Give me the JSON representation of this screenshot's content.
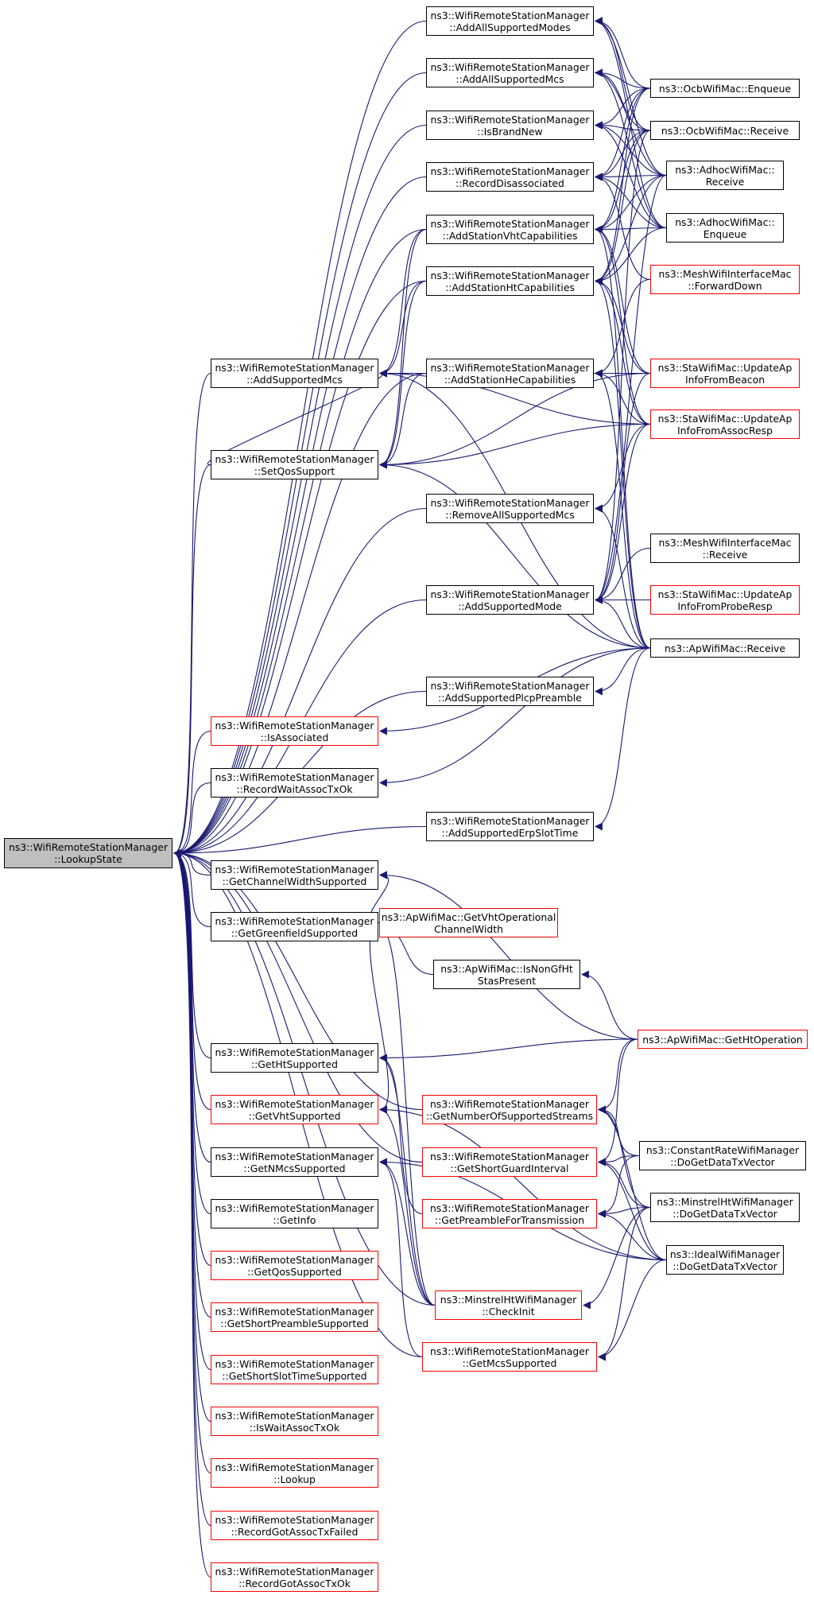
{
  "graph_title": "",
  "colors": {
    "edge": "#191970",
    "red_border": "#ff0000",
    "black_border": "#000000",
    "root_fill": "#bfbfbf"
  },
  "nodes": {
    "root": {
      "line1": "ns3::WifiRemoteStationManager",
      "line2": "::LookupState",
      "style": "root"
    },
    "add_all_supported_modes": {
      "line1": "ns3::WifiRemoteStationManager",
      "line2": "::AddAllSupportedModes",
      "style": "black"
    },
    "add_all_supported_mcs": {
      "line1": "ns3::WifiRemoteStationManager",
      "line2": "::AddAllSupportedMcs",
      "style": "black"
    },
    "is_brand_new": {
      "line1": "ns3::WifiRemoteStationManager",
      "line2": "::IsBrandNew",
      "style": "black"
    },
    "record_disassociated": {
      "line1": "ns3::WifiRemoteStationManager",
      "line2": "::RecordDisassociated",
      "style": "black"
    },
    "add_station_vht": {
      "line1": "ns3::WifiRemoteStationManager",
      "line2": "::AddStationVhtCapabilities",
      "style": "black"
    },
    "add_station_ht": {
      "line1": "ns3::WifiRemoteStationManager",
      "line2": "::AddStationHtCapabilities",
      "style": "black"
    },
    "add_supported_mcs": {
      "line1": "ns3::WifiRemoteStationManager",
      "line2": "::AddSupportedMcs",
      "style": "black"
    },
    "add_station_he": {
      "line1": "ns3::WifiRemoteStationManager",
      "line2": "::AddStationHeCapabilities",
      "style": "black"
    },
    "set_qos_support": {
      "line1": "ns3::WifiRemoteStationManager",
      "line2": "::SetQosSupport",
      "style": "black"
    },
    "remove_all_supported_mcs": {
      "line1": "ns3::WifiRemoteStationManager",
      "line2": "::RemoveAllSupportedMcs",
      "style": "black"
    },
    "add_supported_mode": {
      "line1": "ns3::WifiRemoteStationManager",
      "line2": "::AddSupportedMode",
      "style": "black"
    },
    "add_supported_plcp": {
      "line1": "ns3::WifiRemoteStationManager",
      "line2": "::AddSupportedPlcpPreamble",
      "style": "black"
    },
    "is_associated": {
      "line1": "ns3::WifiRemoteStationManager",
      "line2": "::IsAssociated",
      "style": "red"
    },
    "record_wait_assoc": {
      "line1": "ns3::WifiRemoteStationManager",
      "line2": "::RecordWaitAssocTxOk",
      "style": "black"
    },
    "add_supported_erp": {
      "line1": "ns3::WifiRemoteStationManager",
      "line2": "::AddSupportedErpSlotTime",
      "style": "black"
    },
    "get_channel_width": {
      "line1": "ns3::WifiRemoteStationManager",
      "line2": "::GetChannelWidthSupported",
      "style": "black"
    },
    "get_greenfield": {
      "line1": "ns3::WifiRemoteStationManager",
      "line2": "::GetGreenfieldSupported",
      "style": "black"
    },
    "get_ht_supported": {
      "line1": "ns3::WifiRemoteStationManager",
      "line2": "::GetHtSupported",
      "style": "black"
    },
    "get_vht_supported": {
      "line1": "ns3::WifiRemoteStationManager",
      "line2": "::GetVhtSupported",
      "style": "red"
    },
    "get_nmcs_supported": {
      "line1": "ns3::WifiRemoteStationManager",
      "line2": "::GetNMcsSupported",
      "style": "black"
    },
    "get_info": {
      "line1": "ns3::WifiRemoteStationManager",
      "line2": "::GetInfo",
      "style": "black"
    },
    "get_qos_supported": {
      "line1": "ns3::WifiRemoteStationManager",
      "line2": "::GetQosSupported",
      "style": "red"
    },
    "get_short_preamble": {
      "line1": "ns3::WifiRemoteStationManager",
      "line2": "::GetShortPreambleSupported",
      "style": "red"
    },
    "get_short_slot": {
      "line1": "ns3::WifiRemoteStationManager",
      "line2": "::GetShortSlotTimeSupported",
      "style": "red"
    },
    "is_wait_assoc": {
      "line1": "ns3::WifiRemoteStationManager",
      "line2": "::IsWaitAssocTxOk",
      "style": "red"
    },
    "lookup": {
      "line1": "ns3::WifiRemoteStationManager",
      "line2": "::Lookup",
      "style": "red"
    },
    "record_got_failed": {
      "line1": "ns3::WifiRemoteStationManager",
      "line2": "::RecordGotAssocTxFailed",
      "style": "red"
    },
    "record_got_ok": {
      "line1": "ns3::WifiRemoteStationManager",
      "line2": "::RecordGotAssocTxOk",
      "style": "red"
    },
    "get_vht_operational": {
      "line1": "ns3::ApWifiMac::GetVhtOperational",
      "line2": "ChannelWidth",
      "style": "red"
    },
    "is_non_gf_ht": {
      "line1": "ns3::ApWifiMac::IsNonGfHt",
      "line2": "StasPresent",
      "style": "black"
    },
    "get_nss": {
      "line1": "ns3::WifiRemoteStationManager",
      "line2": "::GetNumberOfSupportedStreams",
      "style": "red"
    },
    "get_short_gi": {
      "line1": "ns3::WifiRemoteStationManager",
      "line2": "::GetShortGuardInterval",
      "style": "red"
    },
    "get_preamble_tx": {
      "line1": "ns3::WifiRemoteStationManager",
      "line2": "::GetPreambleForTransmission",
      "style": "red"
    },
    "minstrel_checkinit": {
      "line1": "ns3::MinstrelHtWifiManager",
      "line2": "::CheckInit",
      "style": "red"
    },
    "get_mcs_supported": {
      "line1": "ns3::WifiRemoteStationManager",
      "line2": "::GetMcsSupported",
      "style": "red"
    },
    "ocb_enqueue": {
      "line1": "ns3::OcbWifiMac::Enqueue",
      "line2": "",
      "style": "black"
    },
    "ocb_receive": {
      "line1": "ns3::OcbWifiMac::Receive",
      "line2": "",
      "style": "black"
    },
    "adhoc_receive": {
      "line1": "ns3::AdhocWifiMac::",
      "line2": "Receive",
      "style": "black"
    },
    "adhoc_enqueue": {
      "line1": "ns3::AdhocWifiMac::",
      "line2": "Enqueue",
      "style": "black"
    },
    "mesh_forward_down": {
      "line1": "ns3::MeshWifiInterfaceMac",
      "line2": "::ForwardDown",
      "style": "red"
    },
    "sta_beacon": {
      "line1": "ns3::StaWifiMac::UpdateAp",
      "line2": "InfoFromBeacon",
      "style": "red"
    },
    "sta_assoc_resp": {
      "line1": "ns3::StaWifiMac::UpdateAp",
      "line2": "InfoFromAssocResp",
      "style": "red"
    },
    "mesh_receive": {
      "line1": "ns3::MeshWifiInterfaceMac",
      "line2": "::Receive",
      "style": "black"
    },
    "sta_probe_resp": {
      "line1": "ns3::StaWifiMac::UpdateAp",
      "line2": "InfoFromProbeResp",
      "style": "red"
    },
    "ap_receive": {
      "line1": "ns3::ApWifiMac::Receive",
      "line2": "",
      "style": "black"
    },
    "ap_get_ht_operation": {
      "line1": "ns3::ApWifiMac::GetHtOperation",
      "line2": "",
      "style": "red"
    },
    "constant_rate": {
      "line1": "ns3::ConstantRateWifiManager",
      "line2": "::DoGetDataTxVector",
      "style": "black"
    },
    "minstrel_dogetdata": {
      "line1": "ns3::MinstrelHtWifiManager",
      "line2": "::DoGetDataTxVector",
      "style": "black"
    },
    "ideal_dogetdata": {
      "line1": "ns3::IdealWifiManager",
      "line2": "::DoGetDataTxVector",
      "style": "black"
    }
  },
  "edges": [
    [
      "add_all_supported_modes",
      "root"
    ],
    [
      "add_all_supported_mcs",
      "root"
    ],
    [
      "is_brand_new",
      "root"
    ],
    [
      "record_disassociated",
      "root"
    ],
    [
      "add_station_vht",
      "root"
    ],
    [
      "add_station_ht",
      "root"
    ],
    [
      "add_supported_mcs",
      "root"
    ],
    [
      "add_station_he",
      "root"
    ],
    [
      "set_qos_support",
      "root"
    ],
    [
      "remove_all_supported_mcs",
      "root"
    ],
    [
      "add_supported_mode",
      "root"
    ],
    [
      "add_supported_plcp",
      "root"
    ],
    [
      "is_associated",
      "root"
    ],
    [
      "record_wait_assoc",
      "root"
    ],
    [
      "add_supported_erp",
      "root"
    ],
    [
      "get_channel_width",
      "root"
    ],
    [
      "get_greenfield",
      "root"
    ],
    [
      "get_ht_supported",
      "root"
    ],
    [
      "get_vht_supported",
      "root"
    ],
    [
      "get_nmcs_supported",
      "root"
    ],
    [
      "get_info",
      "root"
    ],
    [
      "get_qos_supported",
      "root"
    ],
    [
      "get_short_preamble",
      "root"
    ],
    [
      "get_short_slot",
      "root"
    ],
    [
      "is_wait_assoc",
      "root"
    ],
    [
      "lookup",
      "root"
    ],
    [
      "record_got_failed",
      "root"
    ],
    [
      "record_got_ok",
      "root"
    ],
    [
      "get_nss",
      "root"
    ],
    [
      "get_short_gi",
      "root"
    ],
    [
      "minstrel_checkinit",
      "root"
    ],
    [
      "get_mcs_supported",
      "root"
    ],
    [
      "add_station_vht",
      "add_supported_mcs"
    ],
    [
      "add_station_ht",
      "add_supported_mcs"
    ],
    [
      "add_station_he",
      "add_supported_mcs"
    ],
    [
      "set_qos_support",
      "add_supported_mcs"
    ],
    [
      "sta_beacon",
      "add_supported_mcs"
    ],
    [
      "sta_assoc_resp",
      "add_supported_mcs"
    ],
    [
      "ap_receive",
      "add_supported_mcs"
    ],
    [
      "add_station_vht",
      "set_qos_support"
    ],
    [
      "add_station_ht",
      "set_qos_support"
    ],
    [
      "add_station_he",
      "set_qos_support"
    ],
    [
      "sta_beacon",
      "set_qos_support"
    ],
    [
      "sta_assoc_resp",
      "set_qos_support"
    ],
    [
      "ap_receive",
      "set_qos_support"
    ],
    [
      "ocb_enqueue",
      "add_all_supported_modes"
    ],
    [
      "ocb_receive",
      "add_all_supported_modes"
    ],
    [
      "adhoc_receive",
      "add_all_supported_modes"
    ],
    [
      "adhoc_enqueue",
      "add_all_supported_modes"
    ],
    [
      "ocb_enqueue",
      "add_all_supported_mcs"
    ],
    [
      "ocb_receive",
      "add_all_supported_mcs"
    ],
    [
      "adhoc_receive",
      "add_all_supported_mcs"
    ],
    [
      "adhoc_enqueue",
      "add_all_supported_mcs"
    ],
    [
      "ocb_enqueue",
      "is_brand_new"
    ],
    [
      "ocb_receive",
      "is_brand_new"
    ],
    [
      "adhoc_receive",
      "is_brand_new"
    ],
    [
      "adhoc_enqueue",
      "is_brand_new"
    ],
    [
      "ocb_enqueue",
      "record_disassociated"
    ],
    [
      "ocb_receive",
      "record_disassociated"
    ],
    [
      "adhoc_receive",
      "record_disassociated"
    ],
    [
      "adhoc_enqueue",
      "record_disassociated"
    ],
    [
      "mesh_forward_down",
      "record_disassociated"
    ],
    [
      "ocb_enqueue",
      "add_station_vht"
    ],
    [
      "ocb_receive",
      "add_station_vht"
    ],
    [
      "adhoc_receive",
      "add_station_vht"
    ],
    [
      "adhoc_enqueue",
      "add_station_vht"
    ],
    [
      "sta_beacon",
      "add_station_vht"
    ],
    [
      "sta_assoc_resp",
      "add_station_vht"
    ],
    [
      "ap_receive",
      "add_station_vht"
    ],
    [
      "ocb_enqueue",
      "add_station_ht"
    ],
    [
      "ocb_receive",
      "add_station_ht"
    ],
    [
      "adhoc_receive",
      "add_station_ht"
    ],
    [
      "adhoc_enqueue",
      "add_station_ht"
    ],
    [
      "sta_beacon",
      "add_station_ht"
    ],
    [
      "sta_assoc_resp",
      "add_station_ht"
    ],
    [
      "ap_receive",
      "add_station_ht"
    ],
    [
      "sta_beacon",
      "add_station_he"
    ],
    [
      "sta_assoc_resp",
      "add_station_he"
    ],
    [
      "ap_receive",
      "add_station_he"
    ],
    [
      "mesh_forward_down",
      "add_station_he"
    ],
    [
      "sta_assoc_resp",
      "remove_all_supported_mcs"
    ],
    [
      "ap_receive",
      "remove_all_supported_mcs"
    ],
    [
      "mesh_receive",
      "add_supported_mode"
    ],
    [
      "sta_probe_resp",
      "add_supported_mode"
    ],
    [
      "ap_receive",
      "add_supported_mode"
    ],
    [
      "sta_beacon",
      "add_supported_mode"
    ],
    [
      "sta_assoc_resp",
      "add_supported_mode"
    ],
    [
      "adhoc_receive",
      "add_supported_mode"
    ],
    [
      "ocb_receive",
      "add_supported_mode"
    ],
    [
      "ap_receive",
      "add_supported_plcp"
    ],
    [
      "ap_receive",
      "is_associated"
    ],
    [
      "ap_receive",
      "record_wait_assoc"
    ],
    [
      "ap_receive",
      "add_supported_erp"
    ],
    [
      "ap_get_ht_operation",
      "get_channel_width"
    ],
    [
      "get_vht_operational",
      "get_channel_width"
    ],
    [
      "is_non_gf_ht",
      "get_greenfield"
    ],
    [
      "minstrel_checkinit",
      "get_greenfield"
    ],
    [
      "ap_get_ht_operation",
      "is_non_gf_ht"
    ],
    [
      "ap_get_ht_operation",
      "get_ht_supported"
    ],
    [
      "minstrel_checkinit",
      "get_ht_supported"
    ],
    [
      "get_preamble_tx",
      "get_ht_supported"
    ],
    [
      "minstrel_checkinit",
      "get_vht_supported"
    ],
    [
      "get_vht_operational",
      "get_vht_supported"
    ],
    [
      "ideal_dogetdata",
      "get_vht_supported"
    ],
    [
      "minstrel_checkinit",
      "get_nmcs_supported"
    ],
    [
      "get_mcs_supported",
      "get_nmcs_supported"
    ],
    [
      "ideal_dogetdata",
      "get_nmcs_supported"
    ],
    [
      "ap_get_ht_operation",
      "get_nss"
    ],
    [
      "constant_rate",
      "get_nss"
    ],
    [
      "minstrel_dogetdata",
      "get_nss"
    ],
    [
      "ideal_dogetdata",
      "get_nss"
    ],
    [
      "constant_rate",
      "get_short_gi"
    ],
    [
      "minstrel_dogetdata",
      "get_short_gi"
    ],
    [
      "ideal_dogetdata",
      "get_short_gi"
    ],
    [
      "ap_get_ht_operation",
      "get_short_gi"
    ],
    [
      "constant_rate",
      "get_preamble_tx"
    ],
    [
      "minstrel_dogetdata",
      "get_preamble_tx"
    ],
    [
      "ideal_dogetdata",
      "get_preamble_tx"
    ],
    [
      "minstrel_dogetdata",
      "minstrel_checkinit"
    ],
    [
      "minstrel_dogetdata",
      "get_mcs_supported"
    ],
    [
      "ideal_dogetdata",
      "get_mcs_supported"
    ]
  ]
}
